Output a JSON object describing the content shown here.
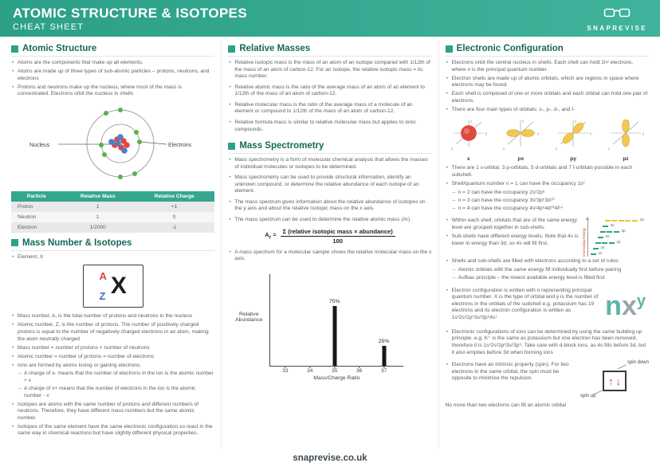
{
  "header": {
    "title": "ATOMIC STRUCTURE & ISOTOPES",
    "subtitle": "CHEAT SHEET",
    "brand": "SNAPREVISE"
  },
  "footer": {
    "url": "snaprevise.co.uk"
  },
  "col1": {
    "atomic_structure": {
      "title": "Atomic Structure",
      "bullets": [
        "Atoms are the components that make up all elements.",
        "Atoms are made up of three types of sub-atomic particles – protons, neutrons, and electrons",
        "Protons and neutrons make up the nucleus, where most of the mass is concentrated. Electrons orbit the nucleus in shells"
      ],
      "diagram": {
        "nucleus": "Nucleus",
        "electrons": "Electrons"
      },
      "table": {
        "headers": [
          "Particle",
          "Relative Mass",
          "Relative Charge"
        ],
        "rows": [
          [
            "Proton",
            "1",
            "+1"
          ],
          [
            "Neutron",
            "1",
            "0"
          ],
          [
            "Electron",
            "1/2000",
            "-1"
          ]
        ]
      }
    },
    "mass_number": {
      "title": "Mass Number & Isotopes",
      "element": "Element, X",
      "box": {
        "a": "A",
        "z": "Z",
        "x": "X"
      },
      "bullets": [
        "Mass number, A, is the total number of protons and neutrons in the nucleus",
        "Atomic number, Z, is the number of protons. The number of positively charged protons is equal to the number of negatively charged electrons in an atom, making the atom neutrally charged",
        "Mass number = number of protons + number of neutrons",
        "Atomic number = number of protons = number of electrons",
        "Ions are formed by atoms losing or gaining electrons."
      ],
      "ion_subs": [
        "A charge of x- means that the number of electrons in the ion is the atomic number + x",
        "A charge of x+ means that the number of electrons in the ion is the atomic number - x"
      ],
      "bullets2": [
        "Isotopes are atoms with the same number of protons and different numbers of neutrons. Therefore, they have different mass numbers but the same atomic number.",
        "Isotopes of the same element have the same electronic configuration so react in the same way in chemical reactions but have slightly different physical properties."
      ]
    }
  },
  "col2": {
    "relative_masses": {
      "title": "Relative Masses",
      "bullets": [
        "Relative isotopic mass is the mass of an atom of an isotope compared with 1/12th of the mass of an atom of carbon-12. For an isotope, the relative isotopic mass = its mass number.",
        "Relative atomic mass is the ratio of the average mass of an atom of an element to 1/12th of the mass of an atom of carbon-12.",
        "Relative molecular mass is the ratio of the average mass of a molecule of an element or compound to 1/12th of the mass of an atom of carbon-12.",
        "Relative formula mass is similar to relative molecular mass but applies to ionic compounds."
      ]
    },
    "mass_spectrometry": {
      "title": "Mass Spectrometry",
      "bullets": [
        "Mass spectrometry is a form of molecular chemical analysis that allows the masses of individual molecules or isotopes to be determined.",
        "Mass spectrometry can be used to provide structural information, identify an unknown compound, or determine the relative abundance of each isotope of an element.",
        "The mass spectrum gives information about the relative abundance of isotopes on the y axis and about the relative isotopic mass on the x axis.",
        "The mass spectrum can be used to determine the relative atomic mass (Ar)"
      ],
      "formula": {
        "a": "A",
        "r": "r",
        "eq": "=",
        "numerator": "Σ (relative isotopic mass  × abundance)",
        "denominator": "100"
      },
      "bullet_last": "A mass spectrum for a molecular sample shows the relative molecular mass on the x axis.",
      "chart_data": {
        "type": "bar",
        "title": "",
        "xlabel": "Mass/Charge Ratio",
        "ylabel": "Relative Abundance",
        "x_ticks": [
          33,
          34,
          35,
          36,
          37
        ],
        "bars": [
          {
            "x": 35,
            "value": 75,
            "label": "75%"
          },
          {
            "x": 37,
            "value": 25,
            "label": "25%"
          }
        ],
        "ylim": [
          0,
          100
        ],
        "grid": false,
        "legend": false
      }
    }
  },
  "col3": {
    "electronic_configuration": {
      "title": "Electronic Configuration",
      "bullets1": [
        "Electrons orbit the central nucleus in shells. Each shell can hold 2n² electrons, where n is the principal quantum number.",
        "Electron shells are made up of atomic orbitals, which are regions in space where electrons may be found.",
        "Each shell is composed of one or more orbitals and each orbital can hold one pair of electrons.",
        "There are four main types of orbitals: s-, p-, d-, and f-"
      ],
      "orbitals": {
        "labels": [
          "s",
          "px",
          "py",
          "pz"
        ],
        "axes": {
          "v": "z",
          "h": "y",
          "d": "x"
        }
      },
      "bullets2": [
        "There are 1 s-orbital, 3 p-orbitals, 5 d-orbitals and 7 f-orbitals possible in each subshell.",
        "Shell/quantum number n = 1 can have the occupancy 1s²"
      ],
      "occupancy_subs": [
        "n = 2 can have the occupancy 2s²2p⁶",
        "n = 3 can have the occupancy 3s²3p⁶3d¹⁰",
        "n = 4 can have the occupancy 4s²4p⁶4d¹⁰4f¹⁴"
      ],
      "bullets3": [
        "Within each shell, orbitals that are of the same energy level are grouped together in sub-shells.",
        "Sub-shells have different energy levels. Note that 4s is lower in energy than 3d, so 4s will fill first.",
        "Shells and sub-shells are filled with electrons according to a set of rules:"
      ],
      "rules_subs": [
        "Atomic orbitals with the same energy fill individually first before pairing",
        "Aufbau principle – the lowest available energy level is filled first"
      ],
      "energy_diagram": {
        "axis_label": "Increasing Energy",
        "levels": [
          "1s",
          "2s",
          "2p",
          "3s",
          "3p",
          "4s",
          "3d"
        ]
      },
      "bullets4": [
        "Electron configuration is written with n representing principal quantum number. X is the type of orbital and y is the number of electrons in the orbitals of the subshell e.g. potassium has 19 electrons and its electron configuration is written as 1s²2s²2p⁶3s²3p⁶4s¹",
        "Electronic configurations of ions can be determined by using the same building up principle. e.g. K⁺ is the same as potassium but one electron has been removed, therefore it is 1s²2s²2p⁶3s²3p⁶. Take care with d-block ions, as 4s fills before 3d, but it also empties before 3d when forming ions",
        "Electrons have an intrinsic property (spin). For two electrons in the same orbital, the spin must be opposite to minimise the repulsion."
      ],
      "nxy": {
        "n": "n",
        "x": "x",
        "y": "y"
      },
      "spin": {
        "up": "spin up",
        "down": "spin down",
        "up_icon": "↑",
        "down_icon": "↓"
      },
      "note": "No more than two electrons can fill an atomic orbital"
    }
  }
}
